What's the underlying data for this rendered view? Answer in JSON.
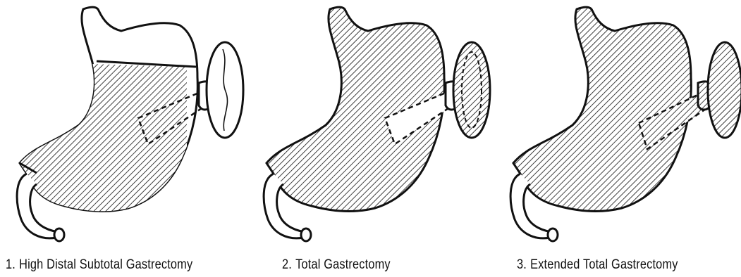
{
  "figures": [
    {
      "number": "1.",
      "caption": "High Distal Subtotal Gastrectomy",
      "resection": "subtotal"
    },
    {
      "number": "2.",
      "caption": "Total Gastrectomy",
      "resection": "total"
    },
    {
      "number": "3.",
      "caption": "Extended Total Gastrectomy",
      "resection": "extended"
    }
  ],
  "colors": {
    "ink": "#111111",
    "background": "#ffffff"
  }
}
